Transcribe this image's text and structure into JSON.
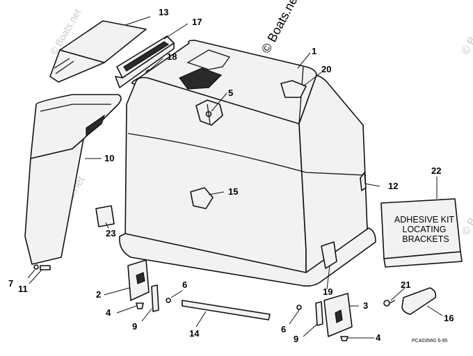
{
  "copyright": "© Boats.net",
  "watermark": "© Boats.net",
  "kit_label": [
    "ADHESIVE KIT",
    "LOCATING",
    "BRACKETS"
  ],
  "ref_code": "PCA0356G   6-95",
  "callouts": {
    "c1": "1",
    "c2": "2",
    "c3": "3",
    "c4a": "4",
    "c4b": "4",
    "c5": "5",
    "c6a": "6",
    "c6b": "6",
    "c7": "7",
    "c9a": "9",
    "c9b": "9",
    "c10": "10",
    "c11": "11",
    "c12": "12",
    "c13": "13",
    "c14": "14",
    "c15": "15",
    "c16": "16",
    "c17": "17",
    "c18": "18",
    "c19": "19",
    "c20": "20",
    "c21": "21",
    "c22": "22",
    "c23": "23"
  }
}
